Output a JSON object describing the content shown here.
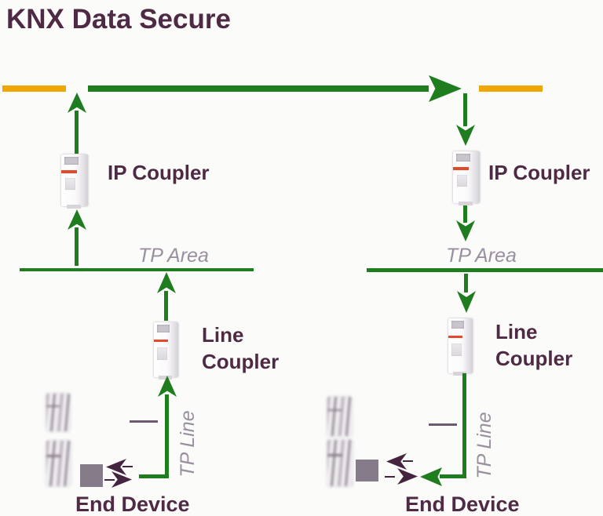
{
  "title": "KNX Data Secure",
  "colors": {
    "bus_green": "#1f7d20",
    "bus_orange": "#f0a704",
    "text_plum": "#4f2a44",
    "label_gray": "#9a8f9f",
    "device_square": "#867b89",
    "arrow_dark": "#44243f"
  },
  "left_branch": {
    "ip_coupler_label": "IP Coupler",
    "tp_area_label": "TP Area",
    "line_coupler_line1": "Line",
    "line_coupler_line2": "Coupler",
    "tp_line_label": "TP Line",
    "end_device_label": "End Device"
  },
  "right_branch": {
    "ip_coupler_label": "IP Coupler",
    "tp_area_label": "TP Area",
    "line_coupler_line1": "Line",
    "line_coupler_line2": "Coupler",
    "tp_line_label": "TP Line",
    "end_device_label": "End Device"
  }
}
